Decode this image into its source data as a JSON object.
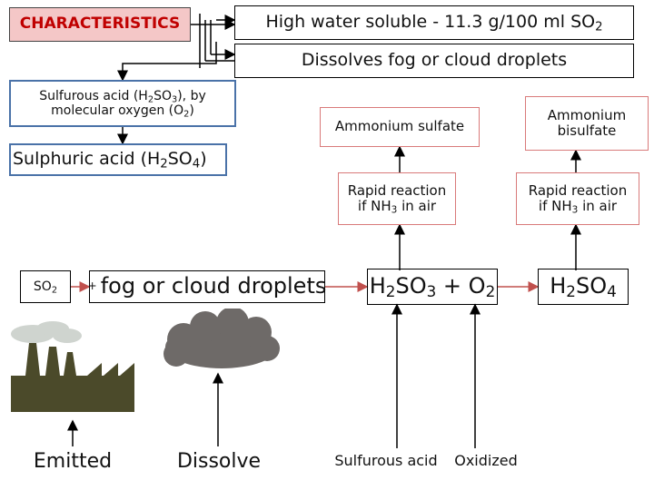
{
  "header": {
    "characteristics": "CHARACTERISTICS",
    "soluble": {
      "text": "High water soluble - 11.3 g/100 ml SO",
      "sub": "2"
    },
    "dissolves": "Dissolves fog or cloud droplets"
  },
  "left": {
    "sulfurous": {
      "a": "Sulfurous acid (H",
      "s1": "2",
      "b": "SO",
      "s2": "3",
      "c": "), by molecular oxygen (O",
      "s3": "2",
      "d": ")"
    },
    "sulphuric": {
      "a": "Sulphuric acid (H",
      "s1": "2",
      "b": "SO",
      "s2": "4",
      "c": ")"
    }
  },
  "right": {
    "ammonium_sulfate": "Ammonium sulfate",
    "ammonium_bisulfate": "Ammonium bisulfate",
    "rapid1": {
      "a": "Rapid reaction if NH",
      "s": "3",
      "b": " in air"
    },
    "rapid2": {
      "a": "Rapid reaction if NH",
      "s": "3",
      "b": " in air"
    }
  },
  "equation": {
    "so2": {
      "a": "SO",
      "s": "2"
    },
    "plus": "+",
    "fog": "fog or cloud droplets",
    "h2so3": {
      "a": "H",
      "s1": "2",
      "b": "SO",
      "s2": "3",
      "c": " + O",
      "s3": "2"
    },
    "h2so4": {
      "a": "H",
      "s1": "2",
      "b": "SO",
      "s2": "4"
    }
  },
  "labels": {
    "emitted": "Emitted",
    "dissolve": "Dissolve",
    "sulfurous_acid": "Sulfurous acid",
    "oxidized": "Oxidized"
  },
  "icons": [
    "factory-icon",
    "cloud-icon"
  ],
  "colors": {
    "char_fill": "#f4c7c7",
    "char_text": "#c00000",
    "blue_border": "#4a72a8",
    "red_border": "#d97a7a",
    "red_arrow": "#c0504d",
    "factory": "#4b4a2a",
    "cloud": "#6e6a68"
  }
}
